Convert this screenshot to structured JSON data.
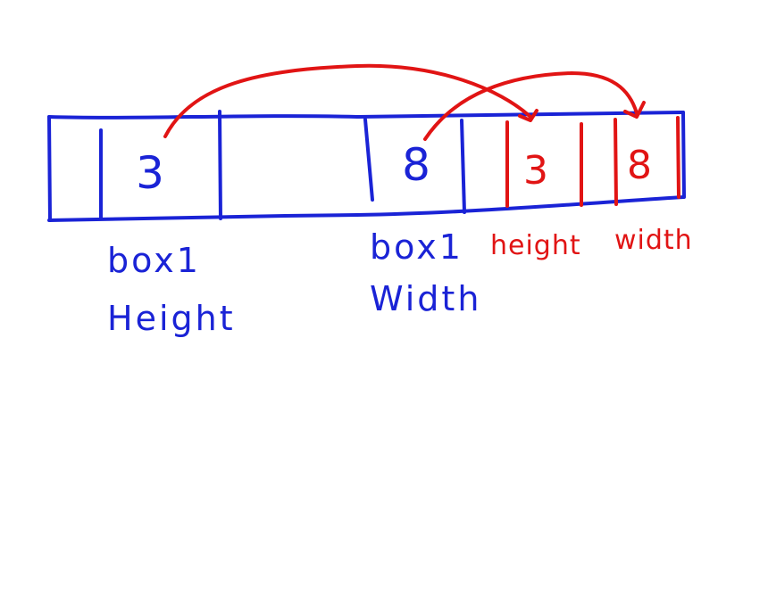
{
  "colors": {
    "blue": "#1a23d6",
    "red": "#e11414",
    "background": "#ffffff"
  },
  "cells": {
    "box1_height_value": "3",
    "box1_width_value": "8",
    "height_value": "3",
    "width_value": "8"
  },
  "labels": {
    "box1_height_line1": "box1",
    "box1_height_line2": "Height",
    "box1_width_line1": "box1",
    "box1_width_line2": "Width",
    "height": "height",
    "width": "width"
  }
}
